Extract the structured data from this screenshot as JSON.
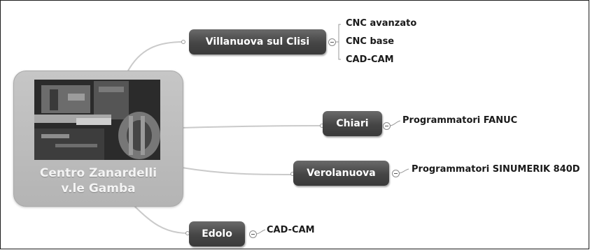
{
  "central": {
    "line1": "Centro Zanardelli",
    "line2": "v.le Gamba"
  },
  "topics": {
    "villanuova": {
      "label": "Villanuova sul Clisi",
      "children": [
        "CNC avanzato",
        "CNC base",
        "CAD-CAM"
      ]
    },
    "chiari": {
      "label": "Chiari",
      "children": [
        "Programmatori FANUC"
      ]
    },
    "verolanuova": {
      "label": "Verolanuova",
      "children": [
        "Programmatori SINUMERIK 840D"
      ]
    },
    "edolo": {
      "label": "Edolo",
      "children": [
        "CAD-CAM"
      ]
    }
  },
  "colors": {
    "topic_fill": "#454545",
    "central_fill": "#bdbdbd",
    "connector": "#c8c8c8"
  }
}
